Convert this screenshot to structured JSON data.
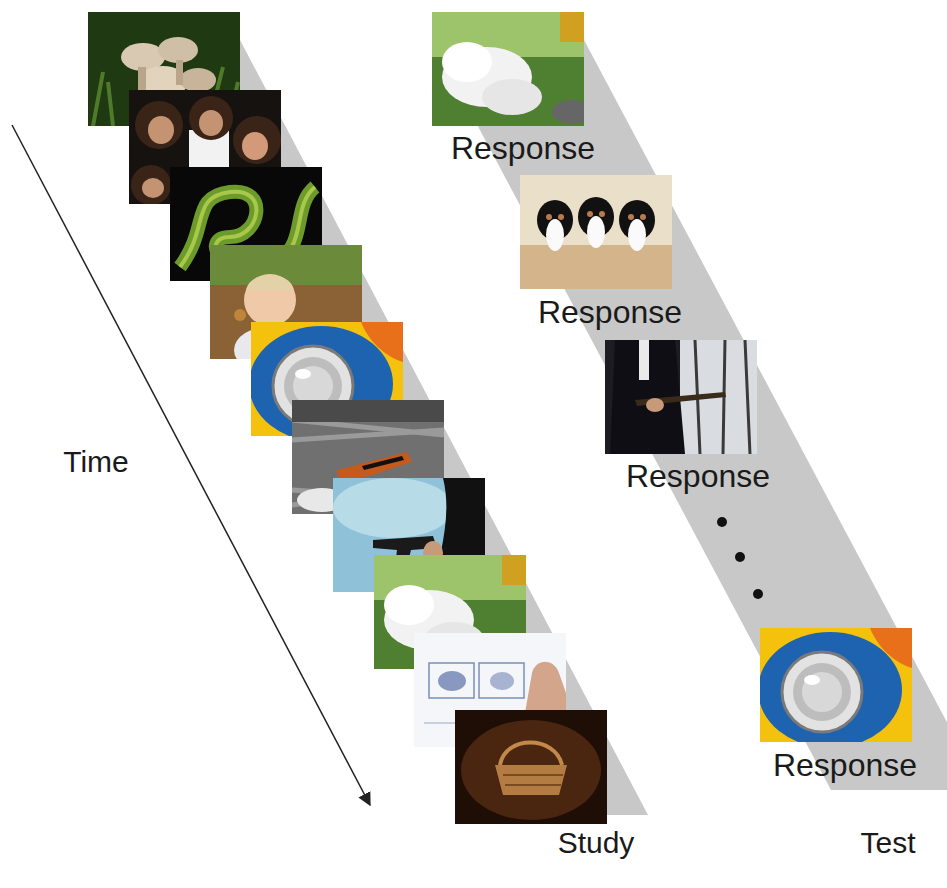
{
  "diagram": {
    "labels": [
      "Time",
      "Response",
      "Response",
      "Response",
      "Response",
      "Study",
      "Test"
    ]
  }
}
